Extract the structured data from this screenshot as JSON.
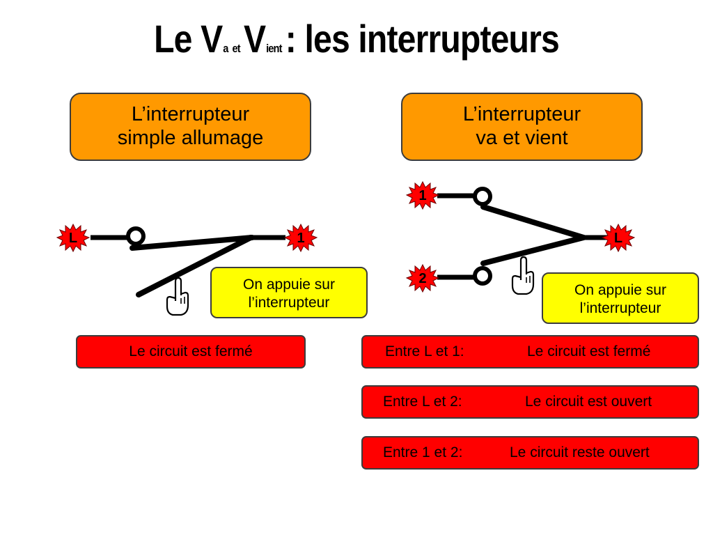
{
  "title": {
    "part1": "Le V",
    "sub1": "a",
    "mid": "et",
    "part2": "V",
    "sub2": "ient",
    "part3": ": les interrupteurs"
  },
  "left": {
    "header": [
      "L’interrupteur",
      "simple allumage"
    ],
    "terminal_l": "L",
    "terminal_1": "1",
    "note": [
      "On appuie sur",
      "l’interrupteur"
    ],
    "result": "Le circuit est fermé"
  },
  "right": {
    "header": [
      "L’interrupteur",
      "va et vient"
    ],
    "terminal_1": "1",
    "terminal_2": "2",
    "terminal_l": "L",
    "note": [
      "On appuie sur",
      "l’interrupteur"
    ],
    "results": [
      {
        "label": "Entre L et 1:",
        "value": "Le circuit est fermé"
      },
      {
        "label": "Entre L et 2:",
        "value": "Le circuit est ouvert"
      },
      {
        "label": "Entre 1 et 2:",
        "value": "Le circuit reste ouvert"
      }
    ]
  },
  "colors": {
    "header_fill": "#ff9900",
    "note_fill": "#ffff00",
    "result_fill": "#ff0000",
    "terminal_fill": "#ff0000",
    "wire": "#000000"
  },
  "icons": [
    "pointing-hand-icon",
    "starburst-terminal-icon"
  ]
}
